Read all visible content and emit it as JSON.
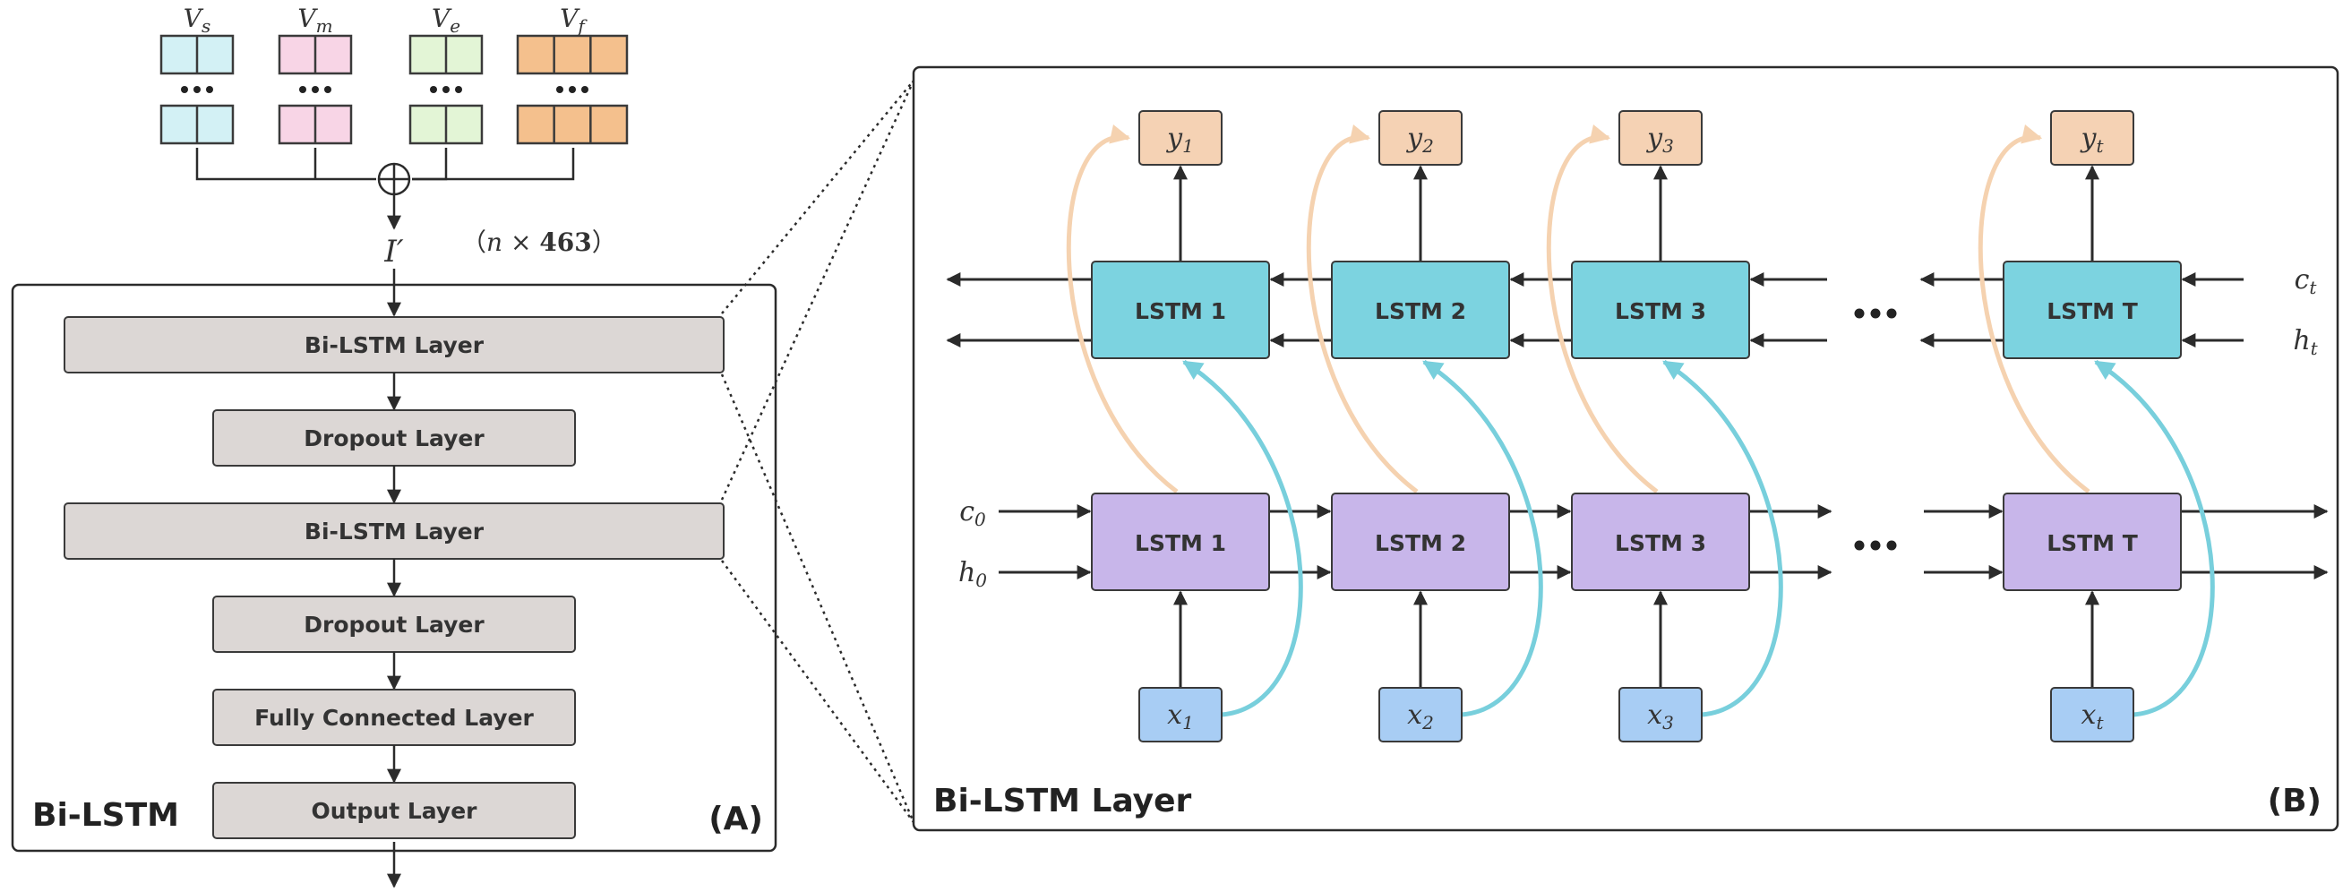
{
  "colors": {
    "vs": "#d3f1f5",
    "vm": "#f8d5e6",
    "ve": "#e3f5d6",
    "vf": "#f4c08d",
    "layer": "#dcd7d5",
    "lstm_top": "#7cd3e0",
    "lstm_bottom": "#c8b6ea",
    "y_node": "#f5d2b4",
    "x_node": "#a8cdf4",
    "arc_orange": "#f5d2b0",
    "arc_cyan": "#78cfdc",
    "line": "#2b2b2b"
  },
  "panel_a": {
    "title": "Bi-LSTM",
    "tag": "(A)",
    "vectors": [
      {
        "base": "V",
        "sub": "s"
      },
      {
        "base": "V",
        "sub": "m"
      },
      {
        "base": "V",
        "sub": "e"
      },
      {
        "base": "V",
        "sub": "f"
      }
    ],
    "concat_symbol": "⊕",
    "input_label": "I′",
    "shape": {
      "open": "（",
      "n": "n",
      "times": " × ",
      "dim": "463",
      "close": "）"
    },
    "layers": [
      "Bi-LSTM Layer",
      "Dropout Layer",
      "Bi-LSTM Layer",
      "Dropout Layer",
      "Fully Connected Layer",
      "Output Layer"
    ]
  },
  "panel_b": {
    "title": "Bi-LSTM Layer",
    "tag": "(B)",
    "top_cells": [
      "LSTM 1",
      "LSTM 2",
      "LSTM 3",
      "LSTM T"
    ],
    "bottom_cells": [
      "LSTM 1",
      "LSTM 2",
      "LSTM 3",
      "LSTM T"
    ],
    "outputs": [
      {
        "base": "y",
        "sub": "1"
      },
      {
        "base": "y",
        "sub": "2"
      },
      {
        "base": "y",
        "sub": "3"
      },
      {
        "base": "y",
        "sub": "t"
      }
    ],
    "inputs": [
      {
        "base": "x",
        "sub": "1"
      },
      {
        "base": "x",
        "sub": "2"
      },
      {
        "base": "x",
        "sub": "3"
      },
      {
        "base": "x",
        "sub": "t"
      }
    ],
    "states_left": [
      {
        "base": "c",
        "sub": "0"
      },
      {
        "base": "h",
        "sub": "0"
      }
    ],
    "states_right": [
      {
        "base": "c",
        "sub": "t"
      },
      {
        "base": "h",
        "sub": "t"
      }
    ],
    "ellipsis": "•••"
  }
}
